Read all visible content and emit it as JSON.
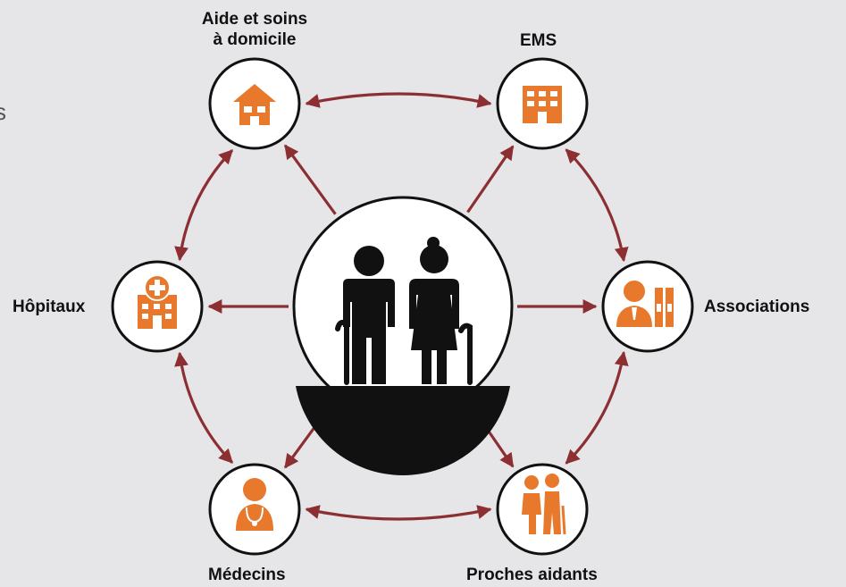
{
  "colors": {
    "background": "#e6e6e8",
    "arrow": "#8c2f33",
    "icon": "#e8782b",
    "circle_stroke": "#111111",
    "circle_fill": "#ffffff",
    "figures": "#111111"
  },
  "stray_glyph": "s",
  "center": {
    "name": "elderly-couple-icon"
  },
  "nodes": [
    {
      "id": "aide",
      "label": "Aide et soins\nà domicile",
      "icon": "house-icon"
    },
    {
      "id": "ems",
      "label": "EMS",
      "icon": "building-icon"
    },
    {
      "id": "hopitaux",
      "label": "Hôpitaux",
      "icon": "hospital-icon"
    },
    {
      "id": "associations",
      "label": "Associations",
      "icon": "office-worker-icon"
    },
    {
      "id": "medecins",
      "label": "Médecins",
      "icon": "doctor-icon"
    },
    {
      "id": "proches",
      "label": "Proches aidants",
      "icon": "caregiver-icon"
    }
  ],
  "connections": [
    [
      "aide",
      "ems"
    ],
    [
      "aide",
      "hopitaux"
    ],
    [
      "ems",
      "associations"
    ],
    [
      "hopitaux",
      "medecins"
    ],
    [
      "associations",
      "proches"
    ],
    [
      "medecins",
      "proches"
    ]
  ],
  "center_arrows_to": [
    "aide",
    "ems",
    "hopitaux",
    "associations",
    "medecins",
    "proches"
  ]
}
